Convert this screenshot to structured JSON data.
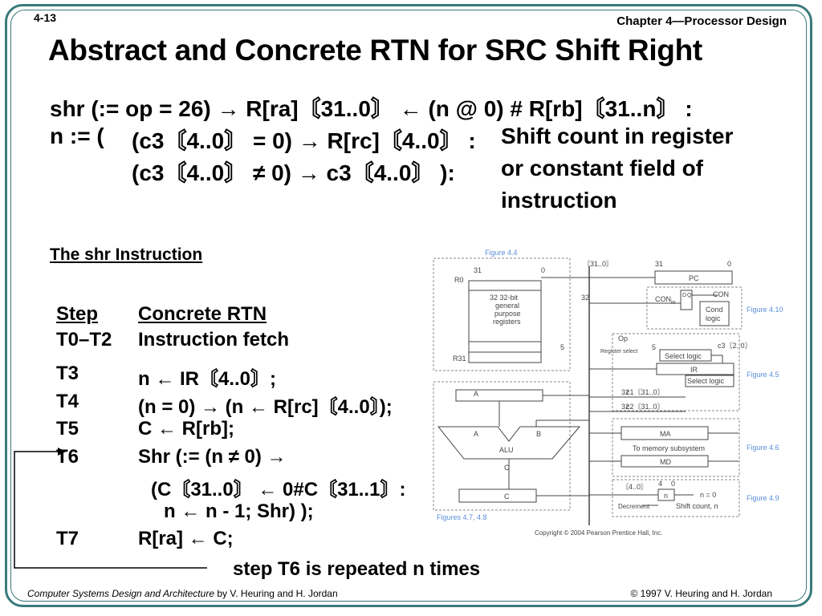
{
  "header": {
    "slide_number": "4-13",
    "chapter": "Chapter 4—Processor Design",
    "title": "Abstract and Concrete RTN for SRC Shift Right"
  },
  "abstract_rtn": {
    "line1": "shr (:= op = 26) → R[ra]〘31..0〙 ← (n @ 0) # R[rb]〘31..n〙 :",
    "line2_prefix": "n := (",
    "line2": "(c3〘4..0〙 = 0) → R[rc]〘4..0〙 :",
    "line3": "(c3〘4..0〙 ≠ 0) → c3〘4..0〙 ):",
    "note_lines": [
      "Shift count in register",
      "or constant field of",
      "instruction"
    ]
  },
  "section_title": "The shr Instruction",
  "steps": {
    "header_step": "Step",
    "header_rtn": "Concrete RTN",
    "rows": [
      {
        "step": "T0–T2",
        "rtn": "Instruction fetch"
      },
      {
        "step": "T3",
        "rtn": "n ← IR〘4..0〙;"
      },
      {
        "step": "T4",
        "rtn": "(n = 0) → (n ← R[rc]〘4..0〙);"
      },
      {
        "step": "T5",
        "rtn": "C ← R[rb];"
      },
      {
        "step": "T6",
        "rtn": "Shr (:= (n ≠ 0)  →"
      },
      {
        "step": "",
        "rtn": "(C〘31..0〙 ← 0#C〘31..1〙:"
      },
      {
        "step": "",
        "rtn": "n ← n - 1; Shr) );"
      },
      {
        "step": "T7",
        "rtn": "R[ra] ← C;"
      }
    ]
  },
  "repeat_note": "step T6 is repeated n times",
  "footer": {
    "book": "Computer Systems Design and Architecture",
    "authors": " by V. Heuring and H. Jordan",
    "copyright": "© 1997 V. Heuring and H. Jordan"
  },
  "figure": {
    "labels": {
      "fig44": "Figure 4.4",
      "fig410": "Figure 4.10",
      "fig45": "Figure 4.5",
      "fig46": "Figure 4.6",
      "fig49": "Figure 4.9",
      "fig47": "Figures 4.7, 4.8",
      "bus_range": "〘31..0〙",
      "bit31a": "31",
      "bit0a": "0",
      "bit31b": "31",
      "bit0b": "0",
      "r0": "R0",
      "r31": "R31",
      "regfile": [
        "32 32-bit",
        "general",
        "purpose",
        "registers"
      ],
      "pc": "PC",
      "bus32a": "32",
      "d": "D",
      "q": "Q",
      "con_in": "CON",
      "con_in_sub": "in",
      "con": "CON",
      "cond_logic": [
        "Cond",
        "logic"
      ],
      "op": "Op",
      "five_a": "5",
      "five_b": "5",
      "reg_select": "Register select",
      "select_logic_a": "Select logic",
      "c3": "c3〘2..0〙",
      "ir": "IR",
      "select_logic_b": "Select logic",
      "a_reg": "A",
      "c1": "c1〘31..0〙",
      "c2": "c2〘31..0〙",
      "bus32b": "32",
      "bus32c": "32",
      "alu_a": "A",
      "alu_b": "B",
      "alu": "ALU",
      "c_label": "C",
      "c_reg": "C",
      "ma": "MA",
      "to_mem": "To memory subsystem",
      "md": "MD",
      "n_range": "〘4..0〙",
      "four": "4",
      "zero": "0",
      "n_reg": "n",
      "decrement": "Decrement",
      "n_eq_0": "n = 0",
      "shift_count": "Shift count, n",
      "copyright": "Copyright © 2004 Pearson Prentice Hall, Inc."
    }
  },
  "colors": {
    "frame": "#3a7a7a",
    "figure_caption": "#5a8fd8",
    "diagram_line": "#444444"
  }
}
